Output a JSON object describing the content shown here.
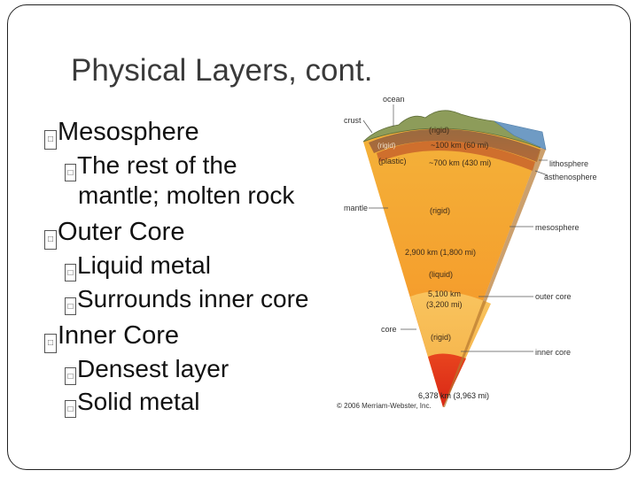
{
  "slide": {
    "title": "Physical Layers, cont.",
    "bullets": [
      {
        "level": 1,
        "text": "Mesosphere"
      },
      {
        "level": 2,
        "text": "The rest of the"
      },
      {
        "level": 2,
        "text": "mantle; molten rock",
        "continuation": true
      },
      {
        "level": 1,
        "text": "Outer Core"
      },
      {
        "level": 2,
        "text": "Liquid metal"
      },
      {
        "level": 2,
        "text": "Surrounds inner core"
      },
      {
        "level": 1,
        "text": "Inner Core"
      },
      {
        "level": 2,
        "text": "Densest layer"
      },
      {
        "level": 2,
        "text": "Solid metal"
      }
    ],
    "bullet_glyph": "□"
  },
  "diagram": {
    "left_labels": {
      "ocean": "ocean",
      "crust": "crust",
      "mantle": "mantle",
      "core": "core"
    },
    "right_labels": {
      "lithosphere": "lithosphere",
      "asthenosphere": "asthenosphere",
      "mesosphere": "mesosphere",
      "outer_core": "outer core",
      "inner_core": "inner core"
    },
    "inner_labels": {
      "rigid_top": "(rigid)",
      "rigid_small": "(rigid)",
      "plastic": "(plastic)",
      "depth_100": "~100 km (60 mi)",
      "depth_700": "~700 km (430 mi)",
      "rigid_mantle": "(rigid)",
      "depth_2900": "2,900 km (1,800 mi)",
      "liquid": "(liquid)",
      "depth_5100_a": "5,100 km",
      "depth_5100_b": "(3,200 mi)",
      "rigid_core": "(rigid)",
      "depth_6378": "6,378 km (3,963 mi)"
    },
    "copyright": "© 2006 Merriam-Webster, Inc.",
    "colors": {
      "inner_core": "#e0301a",
      "outer_core": "#f6b64a",
      "mantle": "#f59a2c",
      "asthenosphere": "#c85a2c",
      "lithosphere": "#8a5a3c",
      "terrain": "#8a9a58",
      "ocean": "#6f9bc4"
    }
  }
}
